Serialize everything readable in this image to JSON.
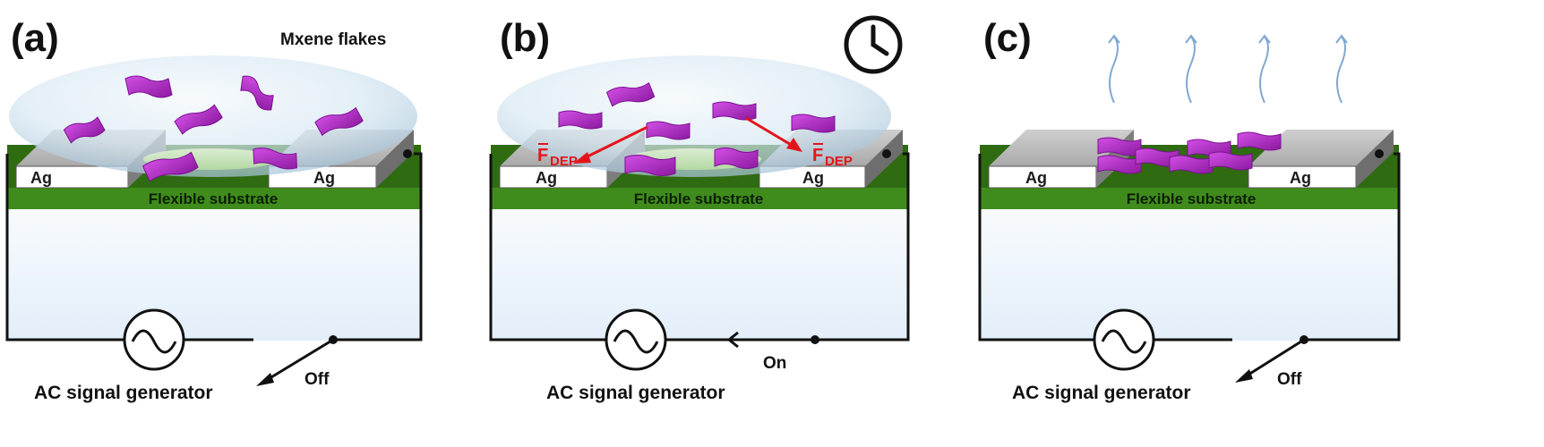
{
  "panels": [
    {
      "label": "(a)",
      "electrode_left": "Ag",
      "electrode_right": "Ag",
      "substrate": "Flexible substrate",
      "generator": "AC signal generator",
      "switch_state": "Off",
      "top_label": "Mxene flakes"
    },
    {
      "label": "(b)",
      "electrode_left": "Ag",
      "electrode_right": "Ag",
      "substrate": "Flexible substrate",
      "generator": "AC signal generator",
      "switch_state": "On",
      "force_left_main": "F",
      "force_left_sub": "DEP",
      "force_right_main": "F",
      "force_right_sub": "DEP"
    },
    {
      "label": "(c)",
      "electrode_left": "Ag",
      "electrode_right": "Ag",
      "substrate": "Flexible substrate",
      "generator": "AC signal generator",
      "switch_state": "Off"
    }
  ],
  "colors": {
    "substrate_green": "#3f8c1c",
    "substrate_dark": "#2f6b10",
    "flake_purple": "#b02fc4",
    "force_red": "#e3151a",
    "droplet_blue": "#cfe2ef",
    "circuit_bg": "#e9f3fb",
    "vapor_blue": "#7fa8d1"
  },
  "icons": {
    "timer": "clock-icon",
    "generator": "ac-source-icon",
    "evaporation": "vapor-arrow-icon"
  }
}
